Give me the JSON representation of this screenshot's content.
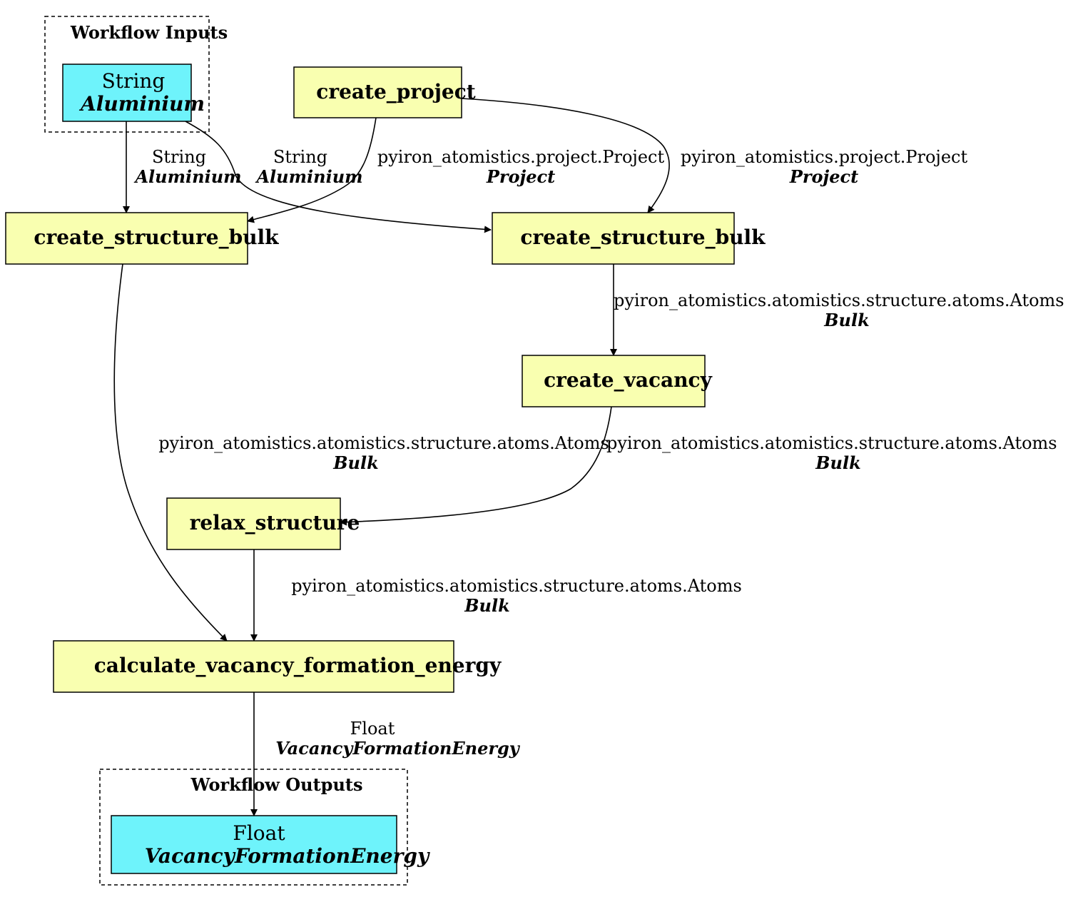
{
  "colors": {
    "io_fill": "#6ef3fb",
    "node_fill": "#f9ffb0",
    "stroke": "#000000"
  },
  "clusters": {
    "inputs": "Workflow Inputs",
    "outputs": "Workflow Outputs"
  },
  "inputs": {
    "aluminium": {
      "type": "String",
      "name": "Aluminium"
    }
  },
  "outputs": {
    "vfe": {
      "type": "Float",
      "name": "VacancyFormationEnergy"
    }
  },
  "nodes": {
    "create_project": "create_project",
    "create_structure_bulk_1": "create_structure_bulk",
    "create_structure_bulk_2": "create_structure_bulk",
    "create_vacancy": "create_vacancy",
    "relax_structure": "relax_structure",
    "calculate_vfe": "calculate_vacancy_formation_energy"
  },
  "edges": {
    "e1": {
      "type": "String",
      "name": "Aluminium"
    },
    "e2": {
      "type": "String",
      "name": "Aluminium"
    },
    "e3": {
      "type": "pyiron_atomistics.project.Project",
      "name": "Project"
    },
    "e4": {
      "type": "pyiron_atomistics.project.Project",
      "name": "Project"
    },
    "e5": {
      "type": "pyiron_atomistics.atomistics.structure.atoms.Atoms",
      "name": "Bulk"
    },
    "e6": {
      "type": "pyiron_atomistics.atomistics.structure.atoms.Atoms",
      "name": "Bulk"
    },
    "e7": {
      "type": "pyiron_atomistics.atomistics.structure.atoms.Atoms",
      "name": "Bulk"
    },
    "e8": {
      "type": "pyiron_atomistics.atomistics.structure.atoms.Atoms",
      "name": "Bulk"
    },
    "e9": {
      "type": "Float",
      "name": "VacancyFormationEnergy"
    }
  }
}
